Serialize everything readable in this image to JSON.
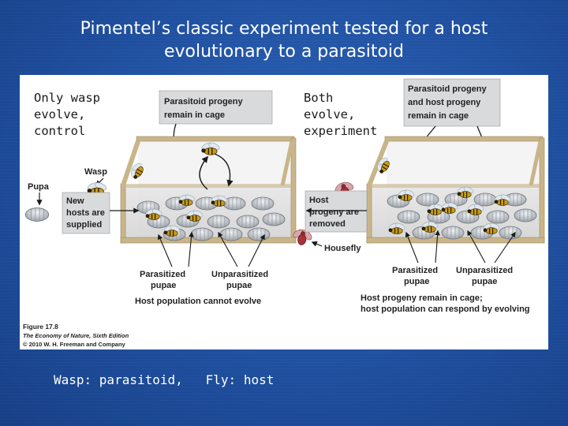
{
  "slide": {
    "title_line1": "Pimentel’s classic experiment tested for a host",
    "title_line2": "evolutionary to a parasitoid",
    "caption": "Wasp: parasitoid,   Fly: host"
  },
  "figure": {
    "control_label": [
      "Only wasp",
      "evolve,",
      "control"
    ],
    "experiment_label": [
      "Both",
      "evolve,",
      "experiment"
    ],
    "control": {
      "callout_lines": [
        "Parasitoid progeny",
        "remain in cage"
      ],
      "wasp_label": "Wasp",
      "pupa_label": "Pupa",
      "new_hosts_lines": [
        "New",
        "hosts are",
        "supplied"
      ],
      "parasitized_lines": [
        "Parasitized",
        "pupae"
      ],
      "unparasitized_lines": [
        "Unparasitized",
        "pupae"
      ],
      "bottom_text": "Host population cannot evolve"
    },
    "experiment": {
      "callout_lines": [
        "Parasitoid progeny",
        "and host progeny",
        "remain in cage"
      ],
      "host_progeny_lines": [
        "Host",
        "progeny are",
        "removed"
      ],
      "housefly_label": "Housefly",
      "parasitized_lines": [
        "Parasitized",
        "pupae"
      ],
      "unparasitized_lines": [
        "Unparasitized",
        "pupae"
      ],
      "bottom_lines": [
        "Host progeny remain in cage;",
        "host population can respond by evolving"
      ]
    },
    "credit_lines": [
      "Figure 17.8",
      "The Economy of Nature, Sixth Edition",
      "© 2010 W. H. Freeman and Company"
    ]
  },
  "colors": {
    "background": "#1f4f9f",
    "panel": "#ffffff",
    "callout_box": "#d9dadb",
    "arrow": "#1a1a1a",
    "cage_frame": "#c8b58a",
    "pupa": "#c9cdd2",
    "wasp": "#c89a1c",
    "housefly": "#a8323a"
  },
  "icons": {
    "wasp": "wasp-icon",
    "housefly": "housefly-icon",
    "pupa": "pupa-icon"
  }
}
